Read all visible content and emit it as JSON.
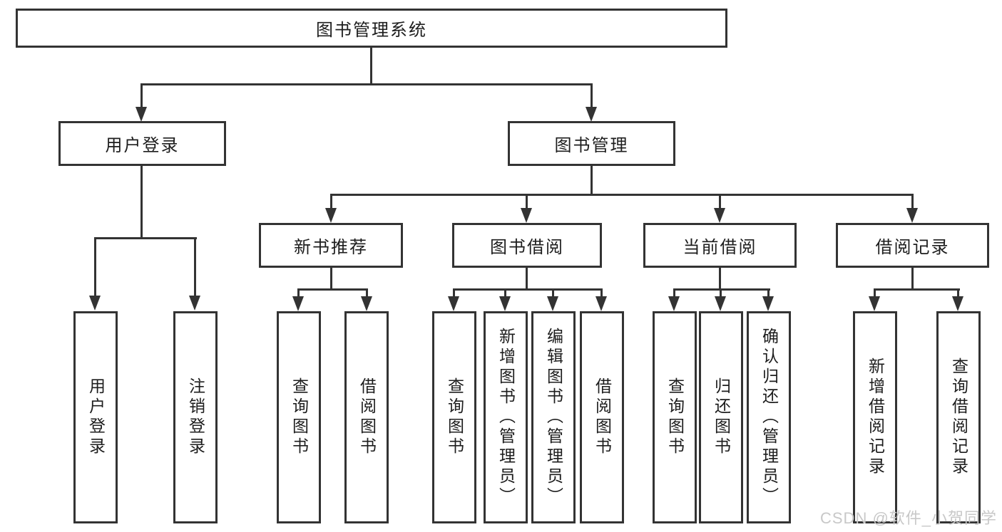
{
  "diagram": {
    "root": {
      "label": "图书管理系统"
    },
    "children": [
      {
        "label": "用户登录",
        "children": [
          {
            "label": "用户登录"
          },
          {
            "label": "注销登录"
          }
        ]
      },
      {
        "label": "图书管理",
        "children": [
          {
            "label": "新书推荐",
            "children": [
              {
                "label": "查询图书"
              },
              {
                "label": "借阅图书"
              }
            ]
          },
          {
            "label": "图书借阅",
            "children": [
              {
                "label": "查询图书"
              },
              {
                "label": "新增图书（管理员）"
              },
              {
                "label": "编辑图书（管理员）"
              },
              {
                "label": "借阅图书"
              }
            ]
          },
          {
            "label": "当前借阅",
            "children": [
              {
                "label": "查询图书"
              },
              {
                "label": "归还图书"
              },
              {
                "label": "确认归还（管理员）"
              }
            ]
          },
          {
            "label": "借阅记录",
            "children": [
              {
                "label": "新增借阅记录"
              },
              {
                "label": "查询借阅记录"
              }
            ]
          }
        ]
      }
    ]
  },
  "watermark": {
    "text": "CSDN @软件_小贺同学"
  },
  "colors": {
    "line": "#333333",
    "text": "#1d1d1d",
    "watermark": "#c8c8c8",
    "background": "#ffffff"
  }
}
